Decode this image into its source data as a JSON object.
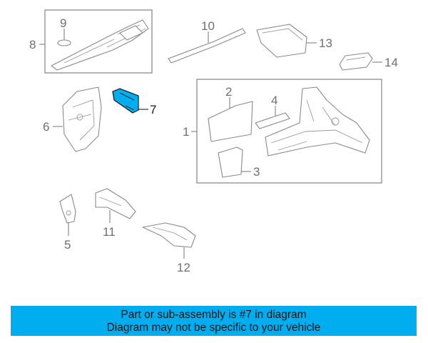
{
  "callouts": {
    "c1": "1",
    "c2": "2",
    "c3": "3",
    "c4": "4",
    "c5": "5",
    "c6": "6",
    "c7": "7",
    "c8": "8",
    "c9": "9",
    "c10": "10",
    "c11": "11",
    "c12": "12",
    "c13": "13",
    "c14": "14"
  },
  "highlighted_part": "7",
  "colors": {
    "highlight": "#00aeef",
    "banner": "#00aeef",
    "lines": "#8a8a8a"
  },
  "banner": {
    "line1": "Part or sub-assembly is #7 in diagram",
    "line2": "Diagram may not be specific to your vehicle"
  }
}
